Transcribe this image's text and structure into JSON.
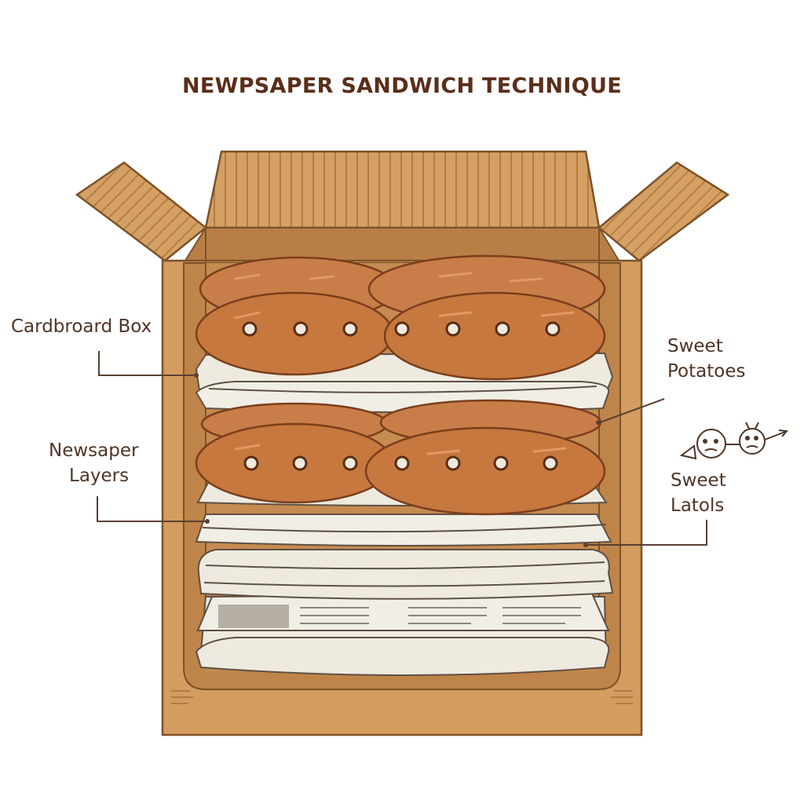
{
  "title": "NEWPSAPER SANDWICH TECHNIQUE",
  "labels": {
    "cardboard_box": "Cardbroard Box",
    "newspaper_layers_line1": "Newsaper",
    "newspaper_layers_line2": "Layers",
    "sweet_potatoes_line1": "Sweet",
    "sweet_potatoes_line2": "Potatoes",
    "sweet_latols_line1": "Sweet",
    "sweet_latols_line2": "Latols"
  },
  "colors": {
    "title": "#5a2e1a",
    "label_text": "#4e3526",
    "leader_line": "#5b4030",
    "cardboard_light": "#d7a266",
    "cardboard_mid": "#c7894e",
    "cardboard_dark": "#8a5a2e",
    "potato_skin": "#c77a45",
    "potato_outline": "#7a3e1c",
    "newspaper": "#eeeae0",
    "newspaper_outline": "#6b5a4a"
  },
  "icons": [
    "potato-character-icon",
    "doodle-figures-icon"
  ]
}
